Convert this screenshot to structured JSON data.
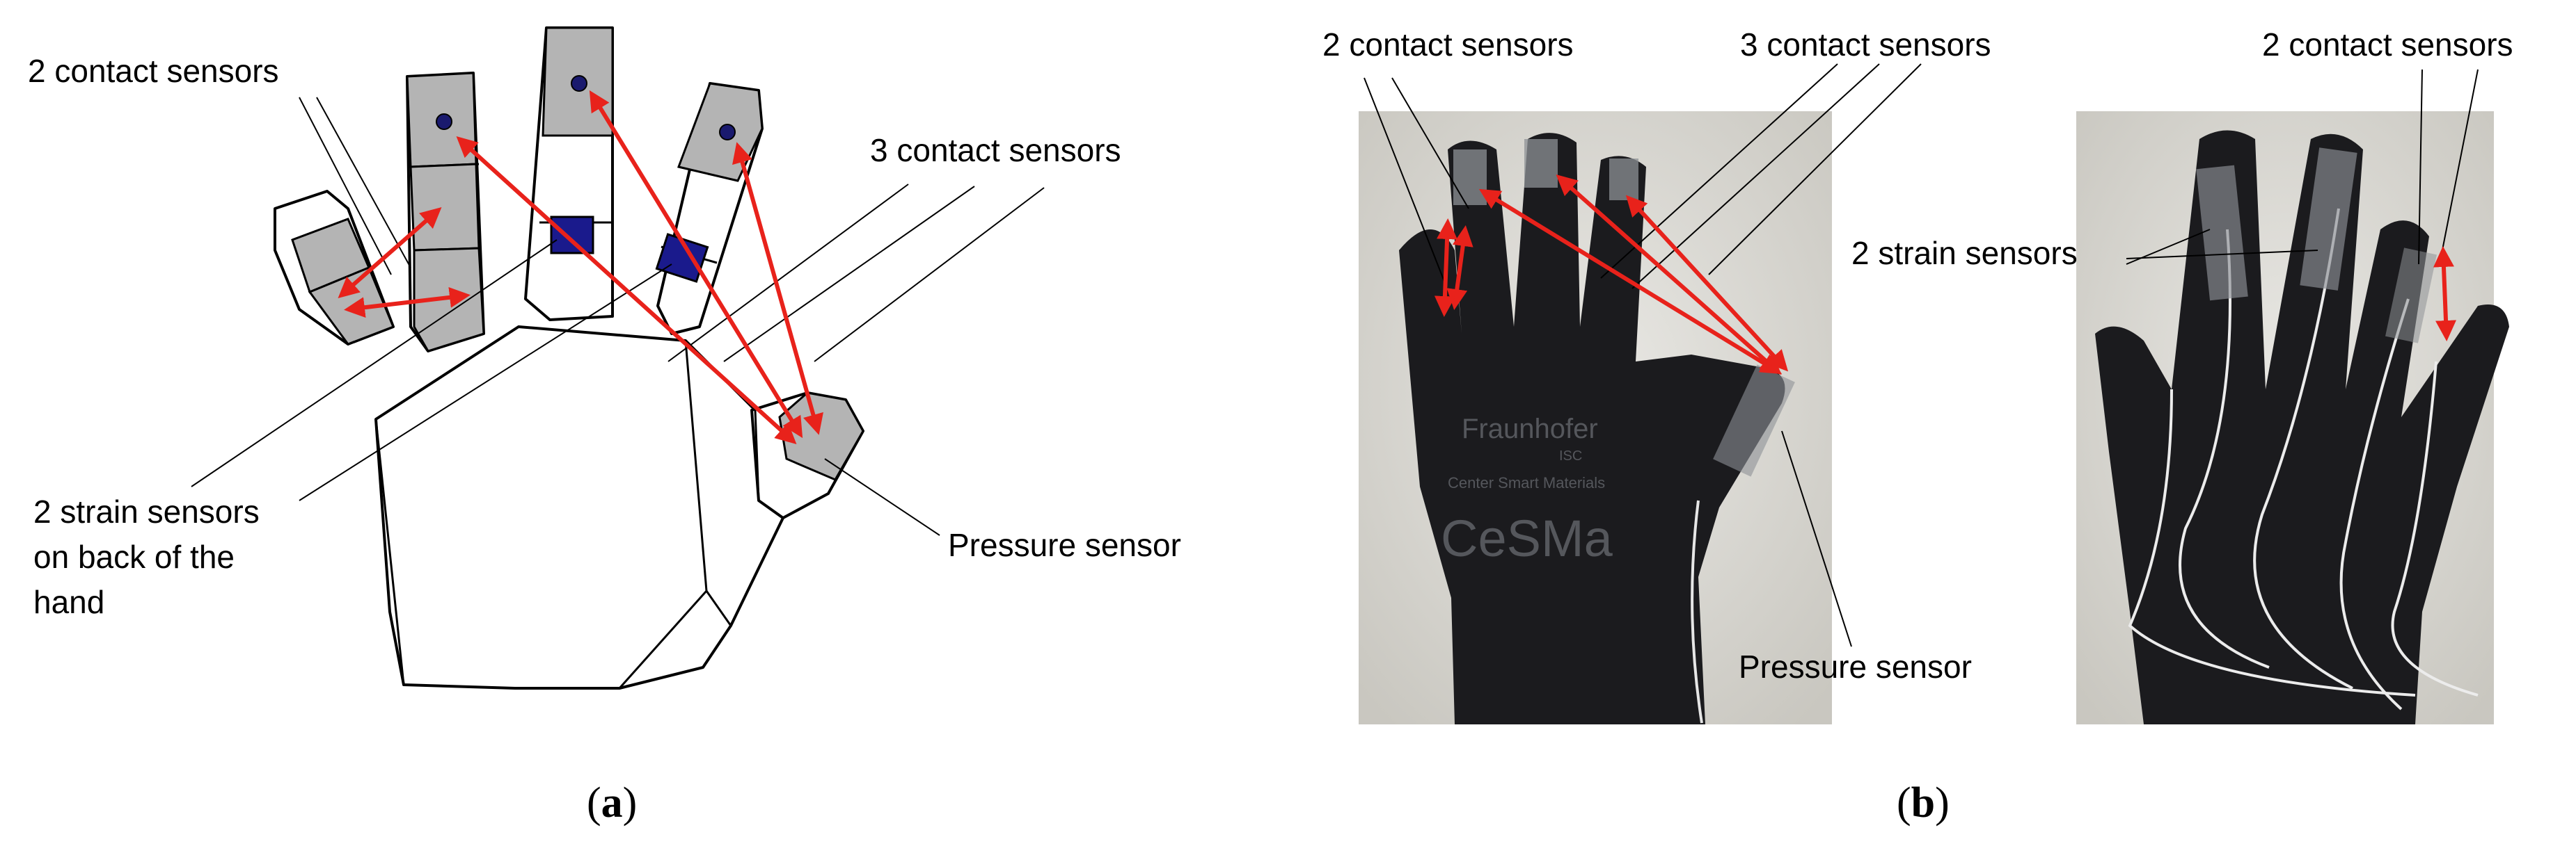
{
  "panel_a": {
    "labels": {
      "contact_left": "2 contact sensors",
      "contact_right": "3 contact sensors",
      "strain_line1": "2 strain sensors",
      "strain_line2": "on back of the",
      "strain_line3": "hand",
      "pressure": "Pressure sensor"
    },
    "caption": "a"
  },
  "panel_b": {
    "labels": {
      "contact_left": "2 contact sensors",
      "contact_middle": "3 contact sensors",
      "contact_right": "2 contact sensors",
      "strain": "2 strain sensors",
      "pressure": "Pressure sensor"
    },
    "glove_text": {
      "brand": "Fraunhofer",
      "institute": "ISC",
      "center": "Center Smart Materials",
      "logo": "CeSMa"
    },
    "caption": "b"
  },
  "colors": {
    "arrow": "#e8221b",
    "sensor_fill": "#b4b4b4",
    "strain_sensor": "#1a1a8c",
    "glove": "#1b1b1e",
    "photo_bg": "#d9d7d1"
  }
}
